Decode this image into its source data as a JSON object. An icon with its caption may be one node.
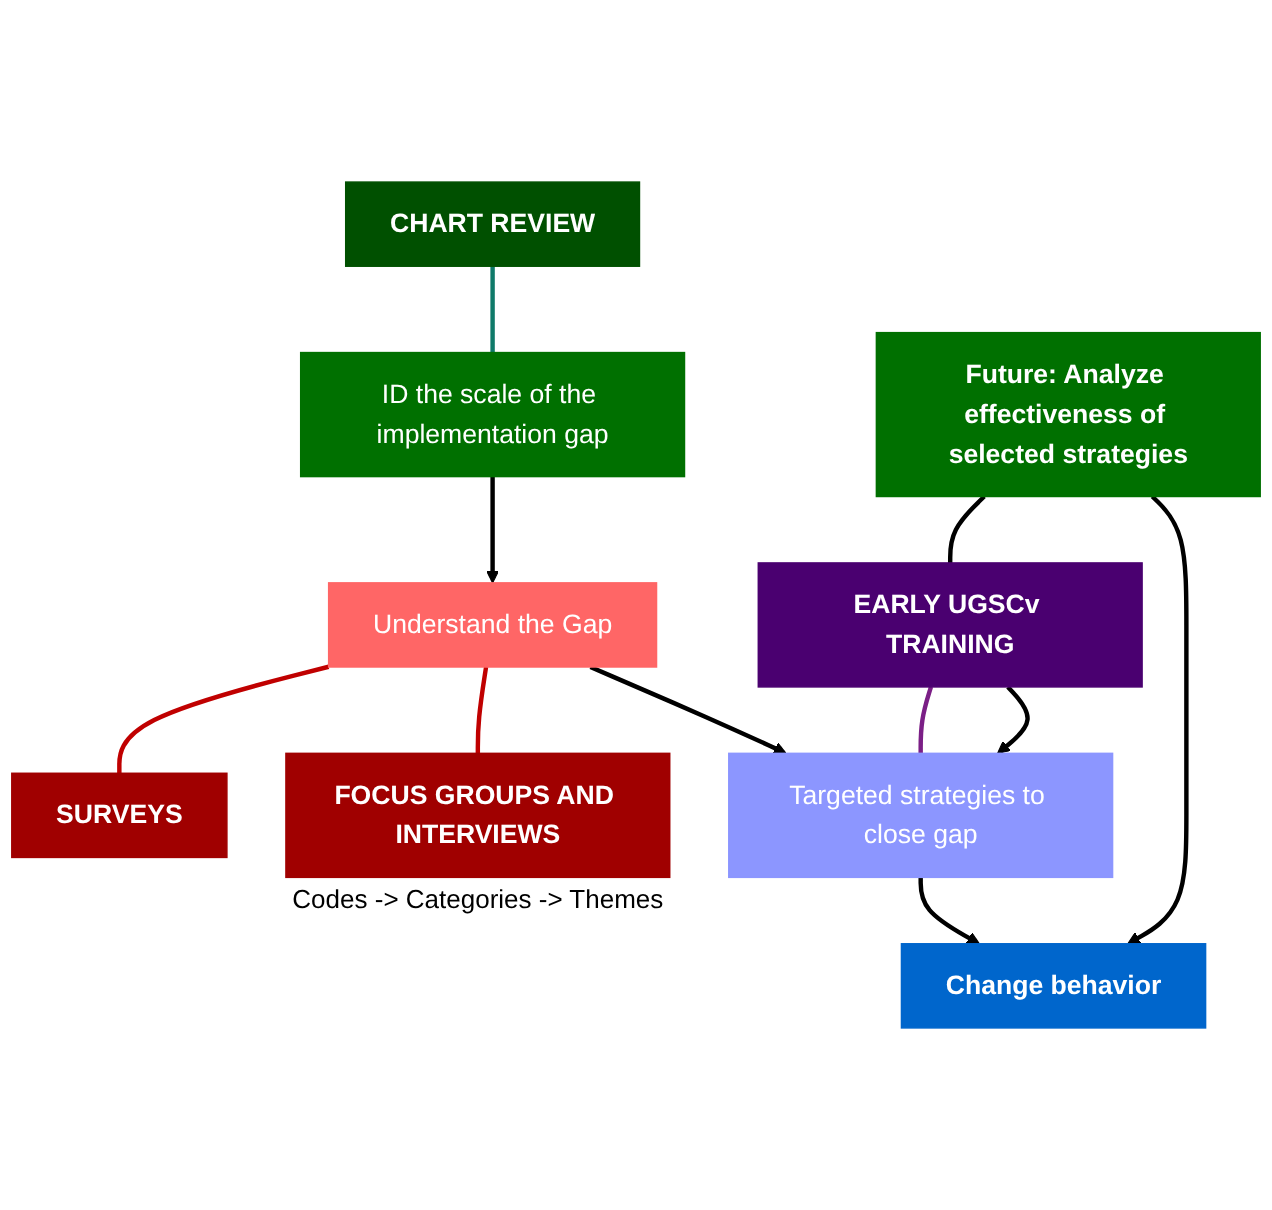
{
  "diagram": {
    "nodes": [
      {
        "text": [
          "ID the scale of the implementation gap"
        ]
      },
      {
        "text": [
          "CHART REVIEW"
        ]
      },
      {
        "text": [
          "Understand the Gap"
        ]
      },
      {
        "text": [
          "SURVEYS"
        ]
      },
      {
        "text": [
          "FOCUS GROUPS AND INTERVIEWS"
        ],
        "beside": [
          "Codes -> Categories -> Themes"
        ]
      },
      {
        "text": [
          "Targeted strategies to close gap"
        ]
      },
      {
        "text": [
          "EARLY UGSCv TRAINING"
        ]
      },
      {
        "text": [
          "Future: Analyze effectiveness of selected strategies"
        ]
      },
      {
        "text": [
          "Change behavior"
        ]
      }
    ],
    "edges": [
      {
        "from": 1,
        "to": 0,
        "arrow": "none",
        "color": "#0f7a6a"
      },
      {
        "from": 0,
        "to": 2,
        "arrow": "to"
      },
      {
        "from": 2,
        "to": 3,
        "arrow": "none",
        "color": "#c00000"
      },
      {
        "from": 2,
        "to": 4,
        "arrow": "none",
        "color": "#c00000"
      },
      {
        "from": 2,
        "to": 5,
        "arrow": "to"
      },
      {
        "from": 5,
        "to": 8,
        "arrow": "to"
      },
      {
        "from": 6,
        "to": 5,
        "arrow": "none",
        "color": "#7b1f86"
      },
      {
        "from": 6,
        "to": 5,
        "arrow": "to"
      },
      {
        "from": 7,
        "to": 6,
        "arrow": "none"
      },
      {
        "from": 7,
        "to": 8,
        "arrow": "to"
      }
    ]
  }
}
